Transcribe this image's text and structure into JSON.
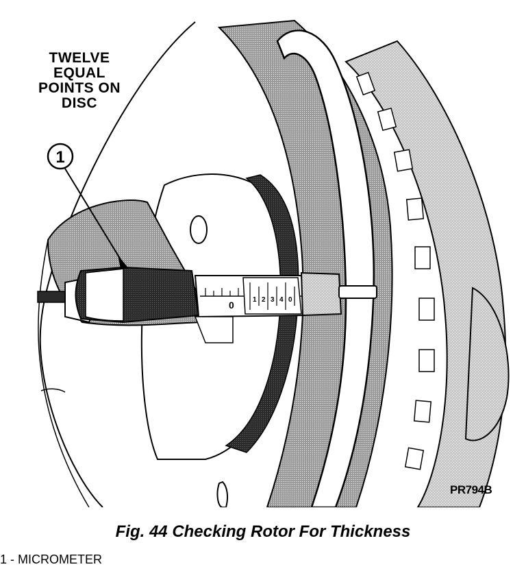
{
  "callout": {
    "lines": [
      "TWELVE",
      "EQUAL",
      "POINTS ON",
      "DISC"
    ]
  },
  "label_marker": "1",
  "micrometer_scale": {
    "sleeve_zero": "0",
    "thimble_marks": [
      "1",
      "2",
      "3",
      "4",
      "0"
    ]
  },
  "part_code": "PR794B",
  "caption": "Fig. 44 Checking Rotor For Thickness",
  "legend": [
    {
      "number": "1",
      "separator": " - ",
      "text": "MICROMETER"
    }
  ]
}
